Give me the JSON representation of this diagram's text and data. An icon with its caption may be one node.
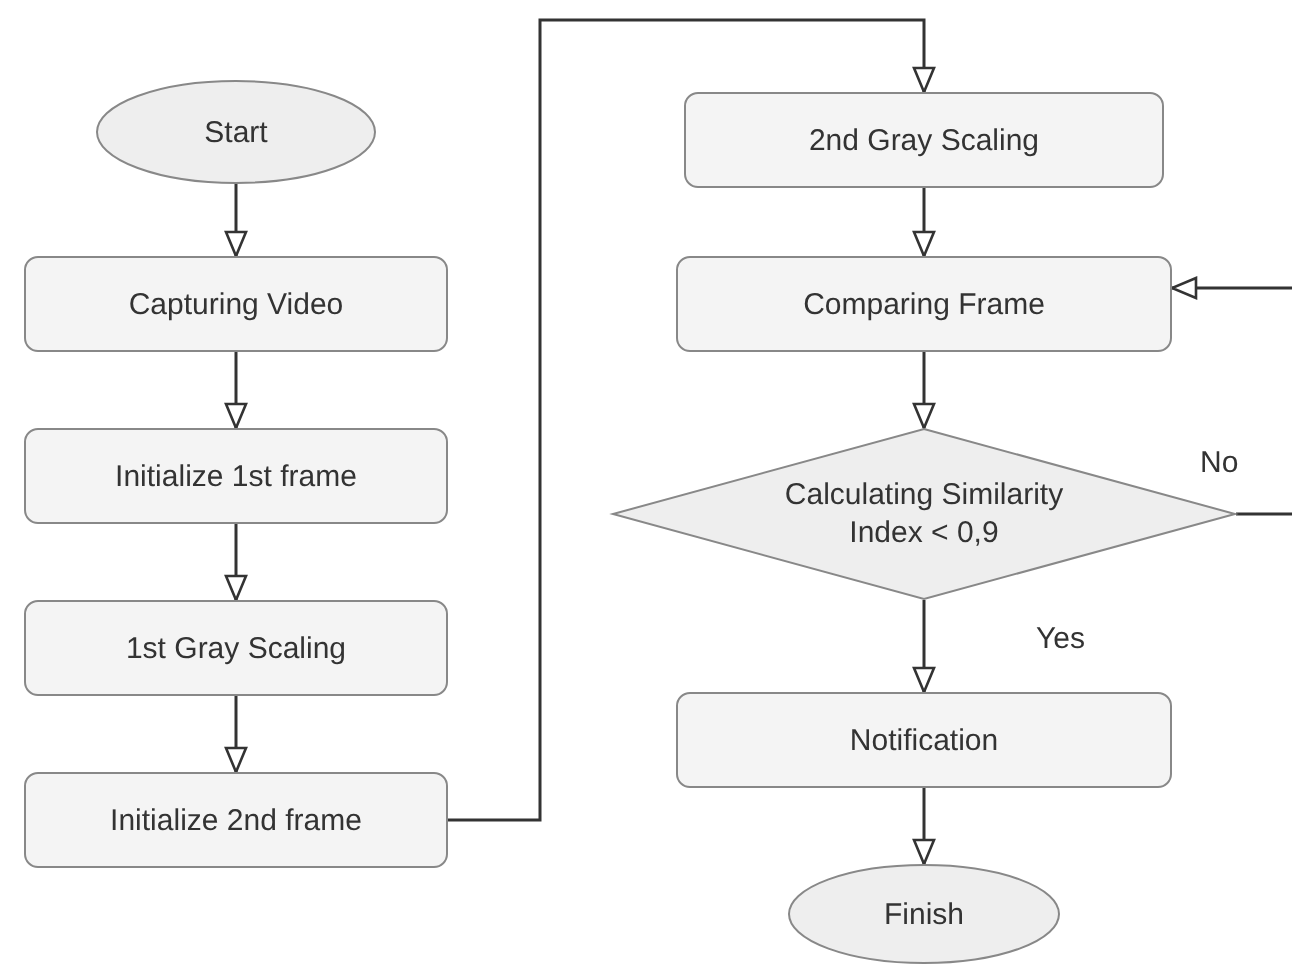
{
  "diagram": {
    "nodes": [
      {
        "text": [
          "Start"
        ]
      },
      {
        "text": [
          "Capturing Video"
        ]
      },
      {
        "text": [
          "Initialize 1st frame"
        ]
      },
      {
        "text": [
          "1st Gray Scaling"
        ]
      },
      {
        "text": [
          "Initialize 2nd frame"
        ]
      },
      {
        "text": [
          "2nd Gray Scaling"
        ]
      },
      {
        "text": [
          "Comparing Frame"
        ]
      },
      {
        "text": [
          "Calculating Similarity Index < 0,9"
        ]
      },
      {
        "text": [
          "Notification"
        ]
      },
      {
        "text": [
          "Finish"
        ]
      }
    ],
    "edges": [
      {
        "from": 0,
        "to": 1,
        "arrow": "to"
      },
      {
        "from": 1,
        "to": 2,
        "arrow": "to"
      },
      {
        "from": 2,
        "to": 3,
        "arrow": "to"
      },
      {
        "from": 3,
        "to": 4,
        "arrow": "to"
      },
      {
        "from": 4,
        "to": 5,
        "arrow": "to"
      },
      {
        "from": 5,
        "to": 6,
        "arrow": "to"
      },
      {
        "from": null,
        "to": 6,
        "arrow": "to"
      },
      {
        "from": 6,
        "to": 7,
        "arrow": "to"
      },
      {
        "from": 7,
        "to": null,
        "label": "No",
        "arrow": "none"
      },
      {
        "from": 7,
        "to": 8,
        "label": "Yes",
        "arrow": "to"
      },
      {
        "from": 8,
        "to": 9,
        "arrow": "to"
      }
    ]
  }
}
